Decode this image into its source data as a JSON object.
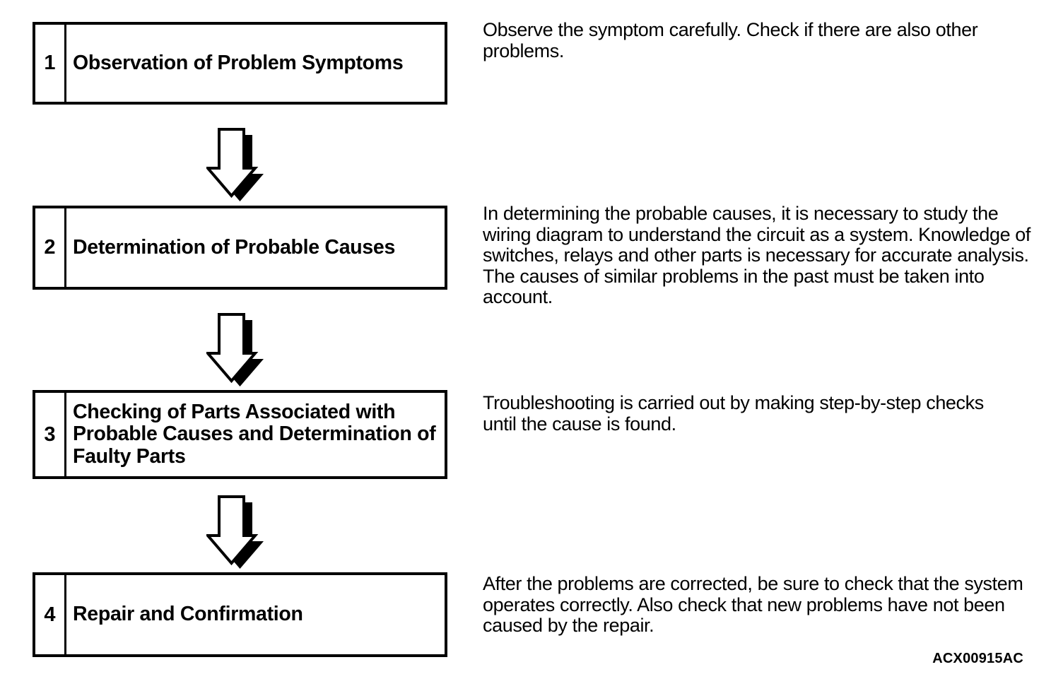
{
  "figure": {
    "code": "ACX00915AC"
  },
  "colors": {
    "ink": "#000000",
    "paper": "#ffffff"
  },
  "steps": [
    {
      "number": "1",
      "title": "Observation of Problem Symptoms",
      "description": "Observe the symptom carefully. Check if there are also other problems."
    },
    {
      "number": "2",
      "title": "Determination of Probable Causes",
      "description": "In determining the probable causes, it is necessary to study the wiring diagram to understand the circuit as a system. Knowledge of switches, relays and other parts is necessary for accurate analysis. The causes of similar problems in the past must be taken into account."
    },
    {
      "number": "3",
      "title": "Checking of Parts Associated with Probable Causes and Determination of Faulty Parts",
      "description": "Troubleshooting is carried out by making step-by-step checks until the cause is found."
    },
    {
      "number": "4",
      "title": "Repair and Confirmation",
      "description": "After the problems are corrected, be sure to check that the system operates correctly. Also check that new problems have not been caused by the repair."
    }
  ]
}
